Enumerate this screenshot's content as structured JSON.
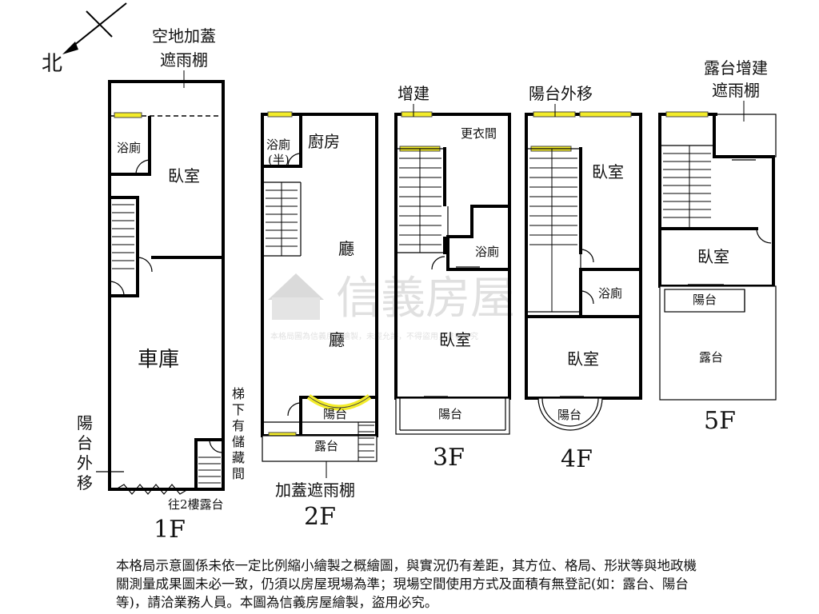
{
  "compass": {
    "label": "北"
  },
  "watermark": {
    "brand": "信義房屋",
    "notice": "本格局圖為信義房屋繪製，未經允許，不得盜用，違者必究"
  },
  "floors": {
    "f1": {
      "label": "1F",
      "rooms": {
        "roof_shelter": "空地加蓋\n遮雨棚",
        "bathroom": "浴廁",
        "bedroom": "臥室",
        "garage": "車庫",
        "balcony_moved": "陽台外移",
        "under_stair_storage": "梯下有儲藏間",
        "to_2f_terrace": "往2樓露台"
      }
    },
    "f2": {
      "label": "2F",
      "rooms": {
        "half_bath": "浴廁\n(半)",
        "kitchen": "廚房",
        "hall_upper": "廳",
        "hall_lower": "廳",
        "balcony": "陽台",
        "terrace": "露台",
        "added_shelter": "加蓋遮雨棚"
      }
    },
    "f3": {
      "label": "3F",
      "rooms": {
        "extension": "增建",
        "dressing_room": "更衣間",
        "bathroom": "浴廁",
        "bedroom": "臥室",
        "balcony": "陽台"
      }
    },
    "f4": {
      "label": "4F",
      "rooms": {
        "balcony_moved": "陽台外移",
        "bedroom_upper": "臥室",
        "bathroom": "浴廁",
        "bedroom_lower": "臥室",
        "balcony": "陽台"
      }
    },
    "f5": {
      "label": "5F",
      "rooms": {
        "terrace_shelter": "露台增建\n遮雨棚",
        "bedroom": "臥室",
        "balcony": "陽台",
        "terrace": "露台"
      }
    }
  },
  "disclaimer": "本格局示意圖係未依一定比例縮小繪製之概繪圖，與實況仍有差距，其方位、格局、形狀等與地政機關測量成果圖未必一致，仍須以房屋現場為準；現場空間使用方式及面積有無登記(如：露台、陽台等)，請洽業務人員。本圖為信義房屋繪製，盜用必究。"
}
